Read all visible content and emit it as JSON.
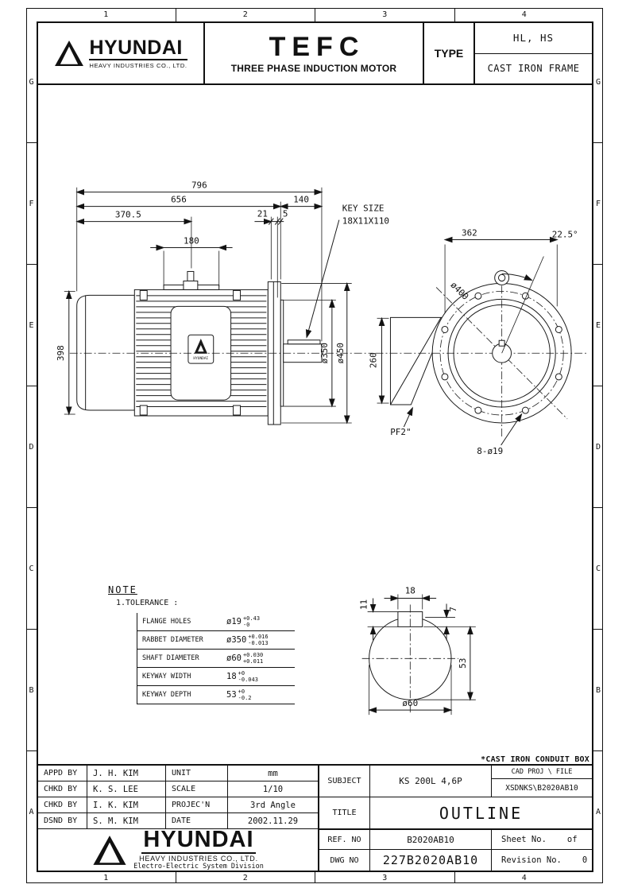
{
  "sheet": {
    "ruler_columns": [
      "1",
      "2",
      "3",
      "4"
    ],
    "ruler_rows": [
      "G",
      "F",
      "E",
      "D",
      "C",
      "B",
      "A"
    ]
  },
  "header": {
    "brand": "HYUNDAI",
    "brand_sub": "HEAVY INDUSTRIES CO., LTD.",
    "title": "TEFC",
    "subtitle": "THREE PHASE INDUCTION MOTOR",
    "type_label": "TYPE",
    "type_value": "HL, HS",
    "frame": "CAST IRON FRAME"
  },
  "drawing": {
    "side": {
      "dim_796": "796",
      "dim_656": "656",
      "dim_140": "140",
      "dim_370_5": "370.5",
      "dim_21": "21",
      "dim_5": "5",
      "dim_180": "180",
      "dim_398": "398",
      "dim_d350": "ø350",
      "dim_d450": "ø450",
      "key_note_1": "KEY SIZE",
      "key_note_2": "18X11X110",
      "badge": "HYUNDAI"
    },
    "front": {
      "dim_362": "362",
      "dim_angle": "22.5°",
      "dim_d400": "ø400",
      "dim_260": "260",
      "pf": "PF2\"",
      "holes": "8-ø19"
    },
    "shaft": {
      "dim_18": "18",
      "dim_7": "7",
      "dim_11": "11",
      "dim_53": "53",
      "dim_d60": "ø60"
    },
    "conduit_note": "*CAST IRON CONDUIT BOX"
  },
  "note": {
    "title": "NOTE",
    "subtitle": "1.TOLERANCE :",
    "rows": [
      {
        "label": "FLANGE HOLES",
        "base": "ø19",
        "upper": "+0.43",
        "lower": "-0"
      },
      {
        "label": "RABBET DIAMETER",
        "base": "ø350",
        "upper": "+0.016",
        "lower": "-0.013"
      },
      {
        "label": "SHAFT DIAMETER",
        "base": "ø60",
        "upper": "+0.030",
        "lower": "+0.011"
      },
      {
        "label": "KEYWAY WIDTH",
        "base": "18",
        "upper": "+0",
        "lower": "-0.043"
      },
      {
        "label": "KEYWAY DEPTH",
        "base": "53",
        "upper": "+0",
        "lower": "-0.2"
      }
    ]
  },
  "titleblock": {
    "approvals": [
      {
        "role": "APPD BY",
        "name": "J. H. KIM"
      },
      {
        "role": "CHKD BY",
        "name": "K. S. LEE"
      },
      {
        "role": "CHKD BY",
        "name": "I. K. KIM"
      },
      {
        "role": "DSND BY",
        "name": "S. M. KIM"
      }
    ],
    "meta": [
      {
        "label": "UNIT",
        "value": "mm"
      },
      {
        "label": "SCALE",
        "value": "1/10"
      },
      {
        "label": "PROJEC'N",
        "value": "3rd Angle"
      },
      {
        "label": "DATE",
        "value": "2002.11.29"
      }
    ],
    "subject_label": "SUBJECT",
    "subject_value": "KS 200L 4,6P",
    "cad_label": "CAD PROJ \\ FILE",
    "cad_value": "XSDNKS\\B2020AB10",
    "title_label": "TITLE",
    "title_value": "OUTLINE",
    "ref_label": "REF. NO",
    "ref_value": "B2020AB10",
    "sheet_label": "Sheet No.",
    "sheet_of": "of",
    "dwg_label": "DWG NO",
    "dwg_value": "227B2020AB10",
    "rev_label": "Revision No.",
    "rev_value": "0",
    "logo_brand": "HYUNDAI",
    "logo_sub1": "HEAVY INDUSTRIES CO., LTD.",
    "logo_sub2": "Electro-Electric System Division"
  }
}
